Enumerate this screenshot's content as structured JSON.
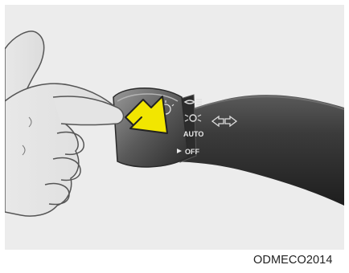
{
  "figure": {
    "caption": "ODMECO2014",
    "switch_positions": [
      "AUTO",
      "OFF"
    ],
    "icons": [
      "headlamp-icon",
      "parking-lamp-icon",
      "turn-signal-arrows-icon",
      "press-arrow-icon"
    ],
    "colors": {
      "background": "#ececec",
      "stalk": "#3a3a3a",
      "arrow": "#f2e600",
      "hand_outline": "#555555"
    }
  }
}
